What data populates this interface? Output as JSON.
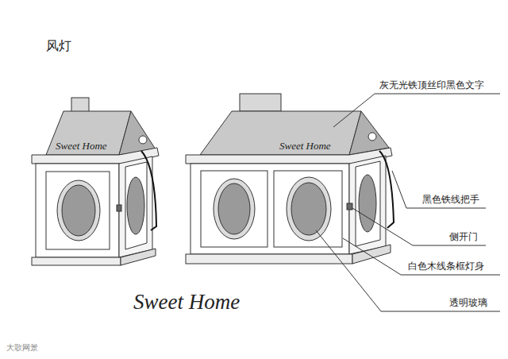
{
  "diagram": {
    "title": "风灯",
    "labels": [
      "Sweet Home",
      "Sweet Home",
      "灰无光铁顶丝印黑色文字",
      "黑色铁线把手",
      "侧开门",
      "白色木线条框灯身",
      "透明玻璃",
      "Sweet Home",
      "大歌网景"
    ]
  }
}
